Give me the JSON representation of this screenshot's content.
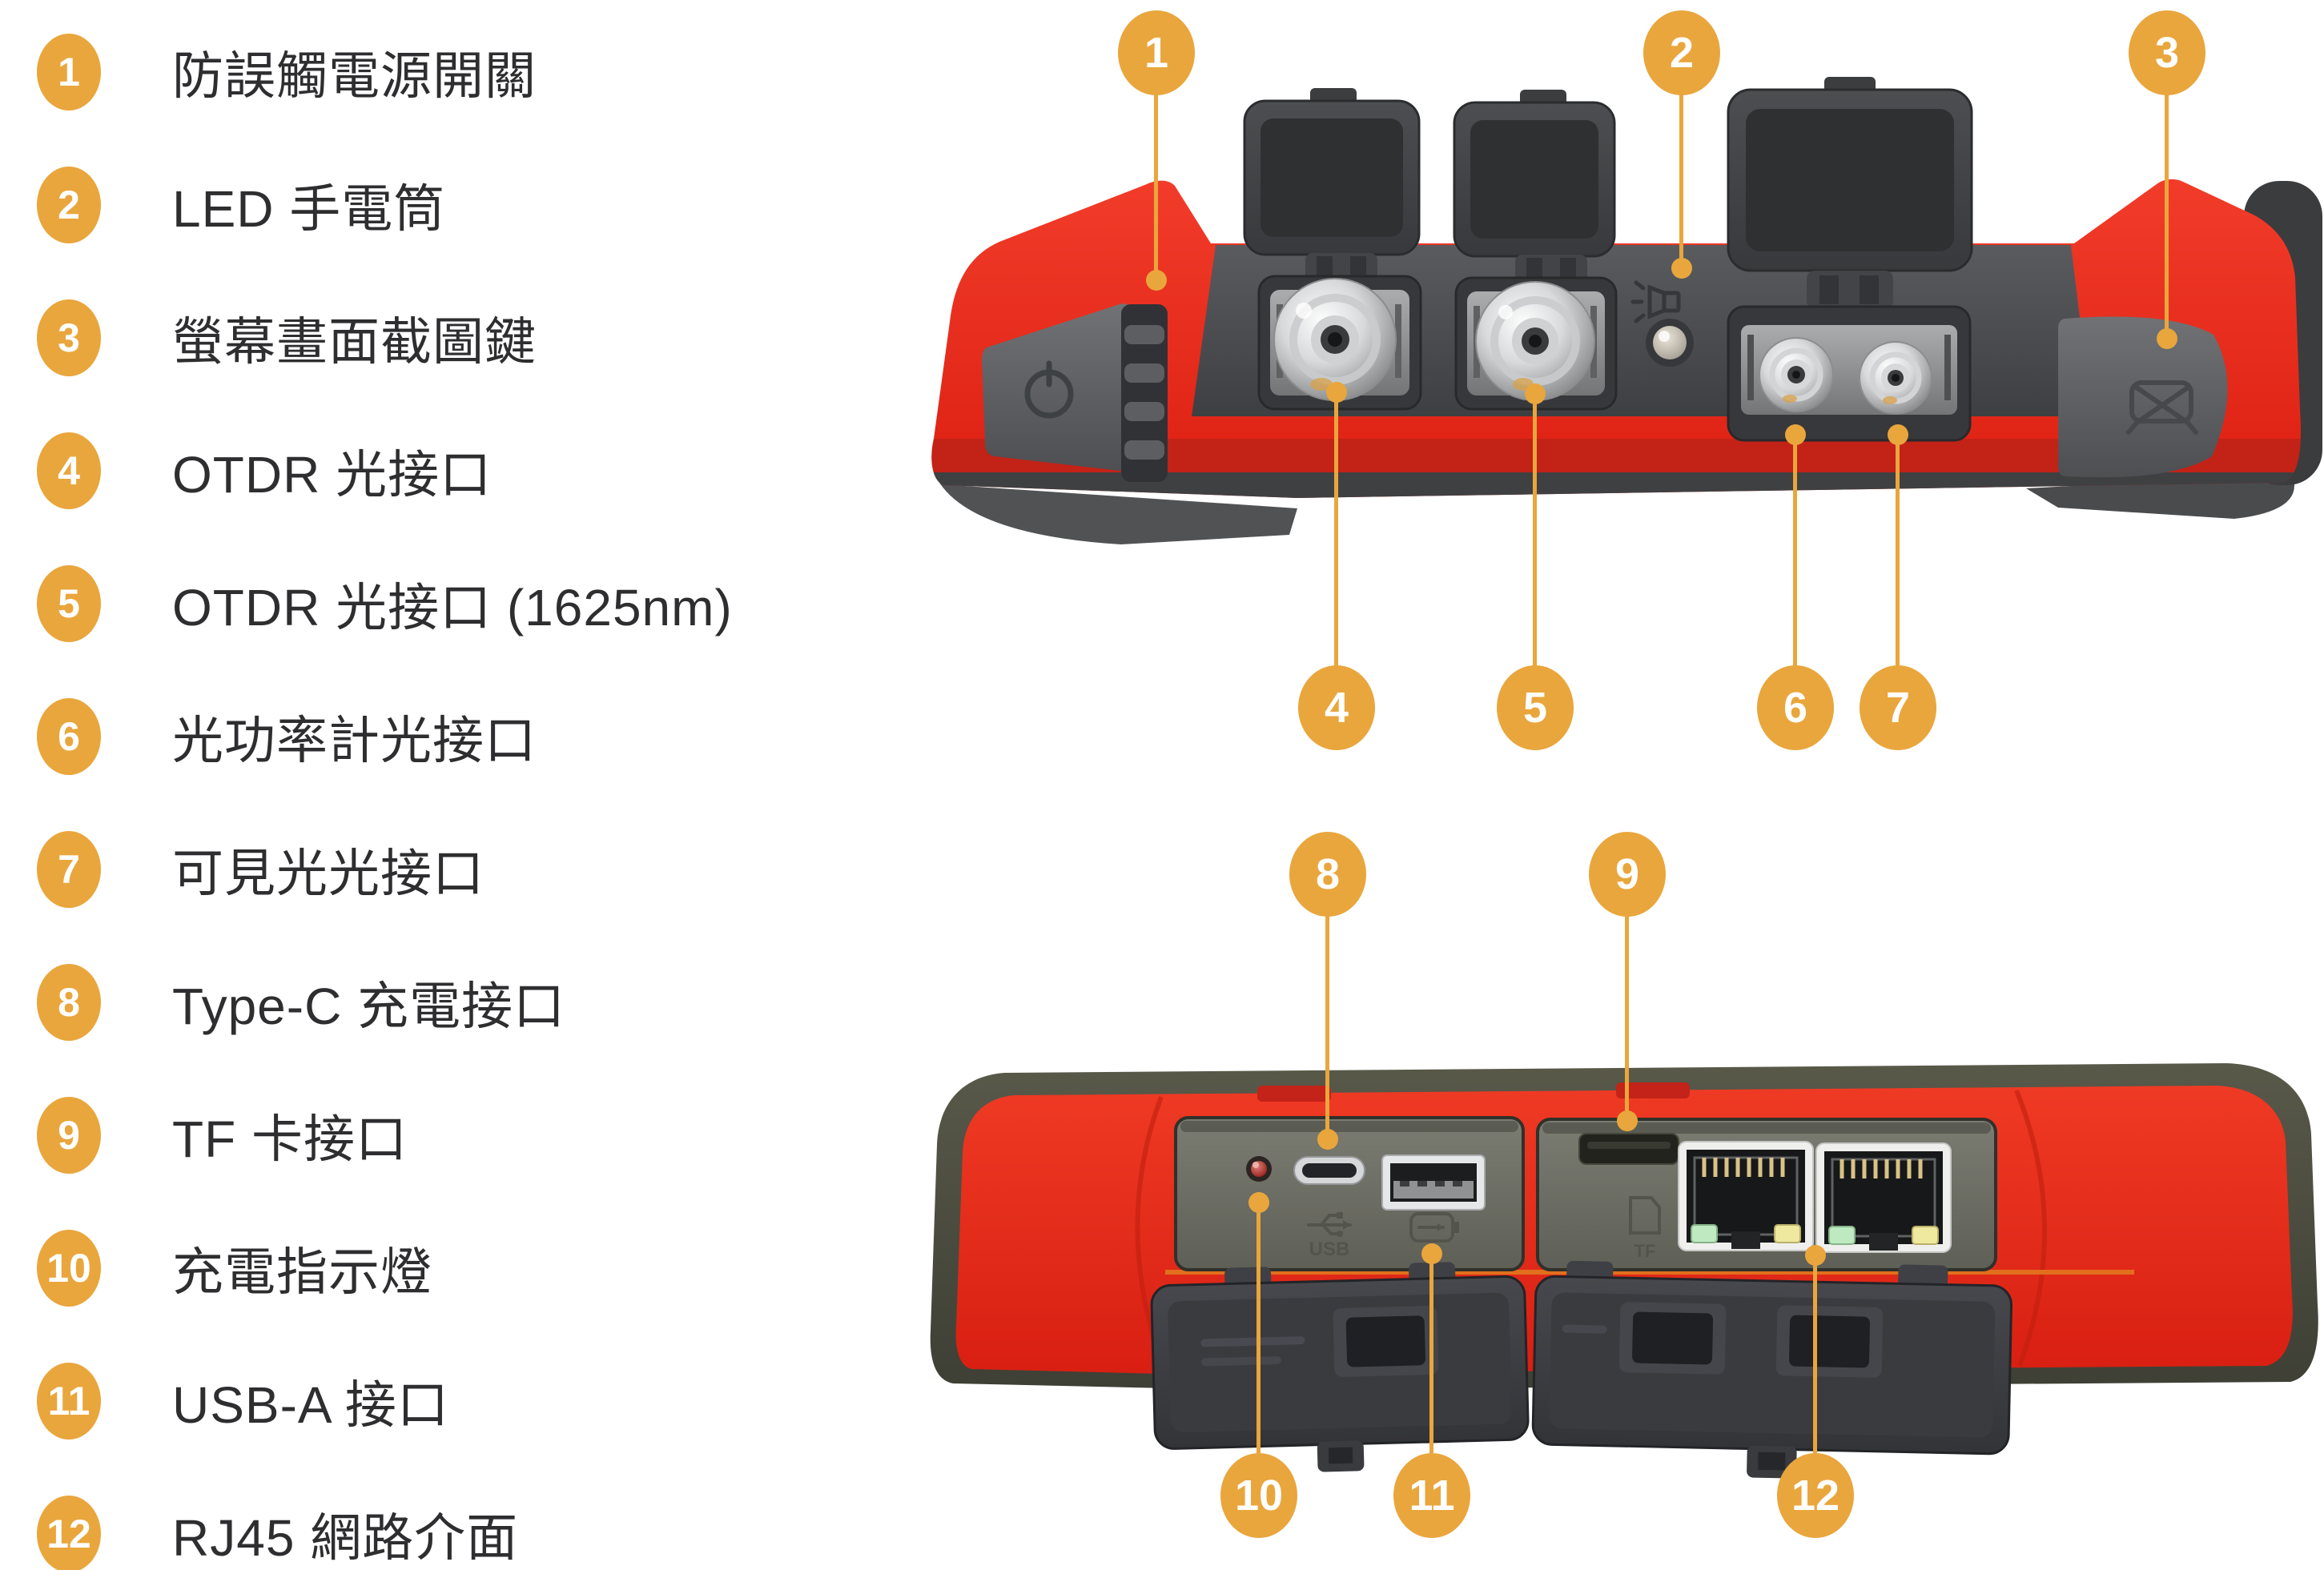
{
  "colors": {
    "accent": "#E9A63C",
    "device_red": "#E8261C",
    "device_dark_gray": "#46474B",
    "device_olive": "#4B4C42",
    "legend_text": "#2E2E30"
  },
  "legend": {
    "items": [
      {
        "num": "1",
        "label": "防誤觸電源開關"
      },
      {
        "num": "2",
        "label": "LED 手電筒"
      },
      {
        "num": "3",
        "label": "螢幕畫面截圖鍵"
      },
      {
        "num": "4",
        "label": "OTDR 光接口"
      },
      {
        "num": "5",
        "label": "OTDR 光接口 (1625nm)"
      },
      {
        "num": "6",
        "label": "光功率計光接口"
      },
      {
        "num": "7",
        "label": "可見光光接口"
      },
      {
        "num": "8",
        "label": "Type-C 充電接口"
      },
      {
        "num": "9",
        "label": "TF 卡接口"
      },
      {
        "num": "10",
        "label": "充電指示燈"
      },
      {
        "num": "11",
        "label": "USB-A 接口"
      },
      {
        "num": "12",
        "label": "RJ45 網路介面"
      }
    ]
  },
  "callouts": {
    "top_figure": [
      "1",
      "2",
      "3",
      "4",
      "5",
      "6",
      "7"
    ],
    "bottom_figure": [
      "8",
      "9",
      "10",
      "11",
      "12"
    ]
  },
  "device_labels": {
    "usb": "USB",
    "tf": "TF"
  }
}
